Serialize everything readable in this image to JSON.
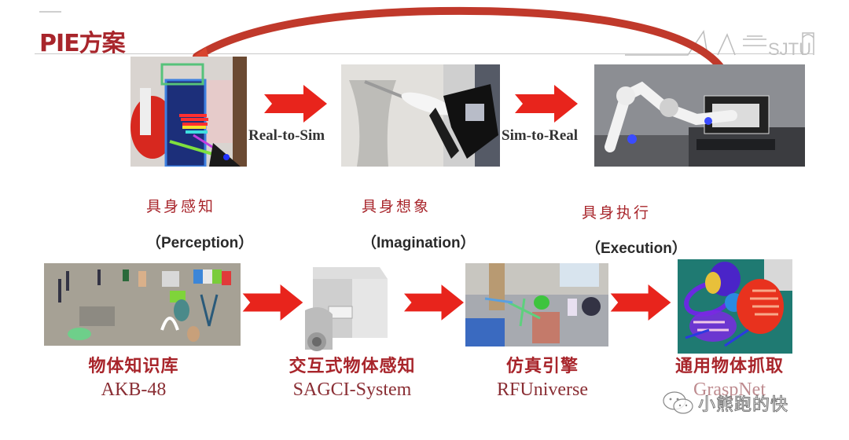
{
  "slide": {
    "title": "PIE方案",
    "logo_text": "SJTU"
  },
  "top_row": {
    "flow_labels": [
      "Real-to-Sim",
      "Sim-to-Real"
    ],
    "images": [
      {
        "name": "perception-hand-pose-image",
        "description": "hand grasping object with colored skeleton and bounding box"
      },
      {
        "name": "imagination-simulated-gripper-image",
        "description": "simulated gripper holding a tool near cloth"
      },
      {
        "name": "execution-robot-arm-image",
        "description": "robot arm operating a microwave in kitchen"
      }
    ]
  },
  "stages": [
    {
      "cn": "具身感知",
      "en": "（Perception）"
    },
    {
      "cn": "具身想象",
      "en": "（Imagination）"
    },
    {
      "cn": "具身执行",
      "en": "（Execution）"
    }
  ],
  "modules": [
    {
      "cn": "物体知识库",
      "en": "AKB-48"
    },
    {
      "cn": "交互式物体感知",
      "en": "SAGCI-System"
    },
    {
      "cn": "仿真引擎",
      "en": "RFUniverse"
    },
    {
      "cn": "通用物体抓取",
      "en": "GraspNet"
    }
  ],
  "watermark": {
    "icon": "wechat-icon",
    "text": "小熊跑的快"
  },
  "colors": {
    "accent_red": "#a8252b",
    "arrow_red": "#e8241c",
    "loop_arrow": "#c0392b"
  }
}
